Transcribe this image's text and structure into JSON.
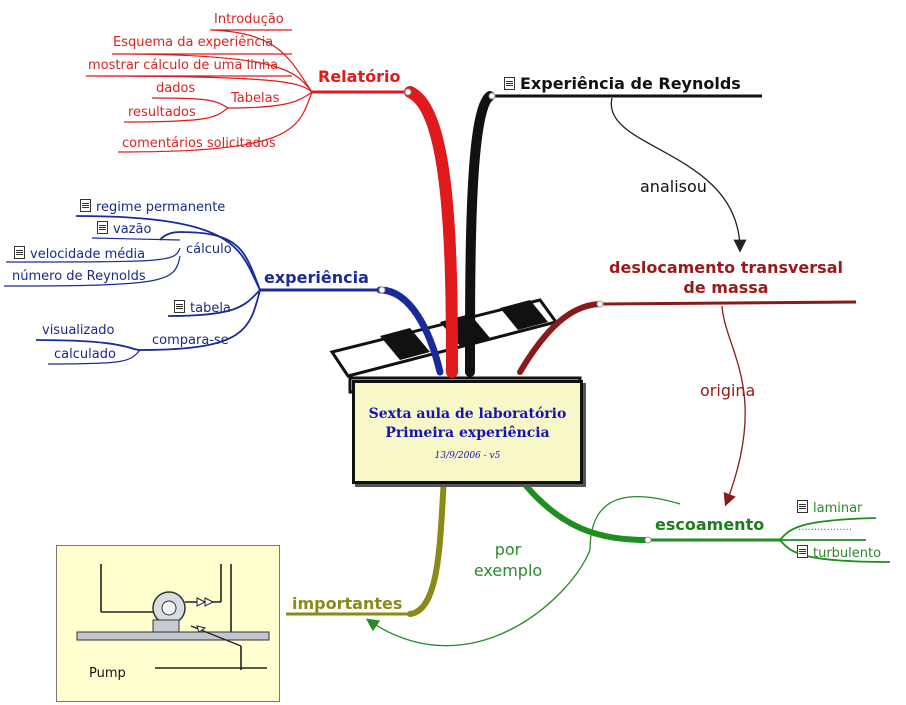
{
  "center": {
    "title_line1": "Sexta aula de laboratório",
    "title_line2": "Primeira experiência",
    "date": "13/9/2006 - v5"
  },
  "relatorio": {
    "label": "Relatório",
    "items": {
      "introducao": "Introdução",
      "esquema": "Esquema da experiência",
      "calculo": "mostrar cálculo de uma linha",
      "tabelas": "Tabelas",
      "dados": "dados",
      "resultados": "resultados",
      "comentarios": "comentários solicitados"
    }
  },
  "experiencia": {
    "label": "experiência",
    "calculo": "cálculo",
    "regime": "regime permanente",
    "vazao": "vazão",
    "velocidade": "velocidade média",
    "reynolds": "número de Reynolds",
    "tabela": "tabela",
    "compara": "compara-se",
    "visualizado": "visualizado",
    "calculado": "calculado"
  },
  "reynolds": {
    "label": "Experiência de Reynolds"
  },
  "deslocamento": {
    "line1": "deslocamento transversal",
    "line2": "de massa"
  },
  "escoamento": {
    "label": "escoamento",
    "laminar": "laminar",
    "dots": ".................",
    "turbulento": "turbulento"
  },
  "importantes": {
    "label": "importantes"
  },
  "links": {
    "analisou": "analisou",
    "origina": "origina",
    "por": "por",
    "exemplo": "exemplo"
  },
  "pump": {
    "label": "Pump"
  },
  "icons": [
    "document-icon",
    "clapperboard-icon",
    "pump-icon"
  ],
  "colors": {
    "relatorio": "#e01a1a",
    "experiencia": "#1a2a9a",
    "reynolds": "#111111",
    "deslocamento": "#8a1a1a",
    "escoamento": "#1e8e1e",
    "importantes": "#8a8a18",
    "center_fill": "#f7f7c8",
    "center_text": "#1414b4"
  }
}
